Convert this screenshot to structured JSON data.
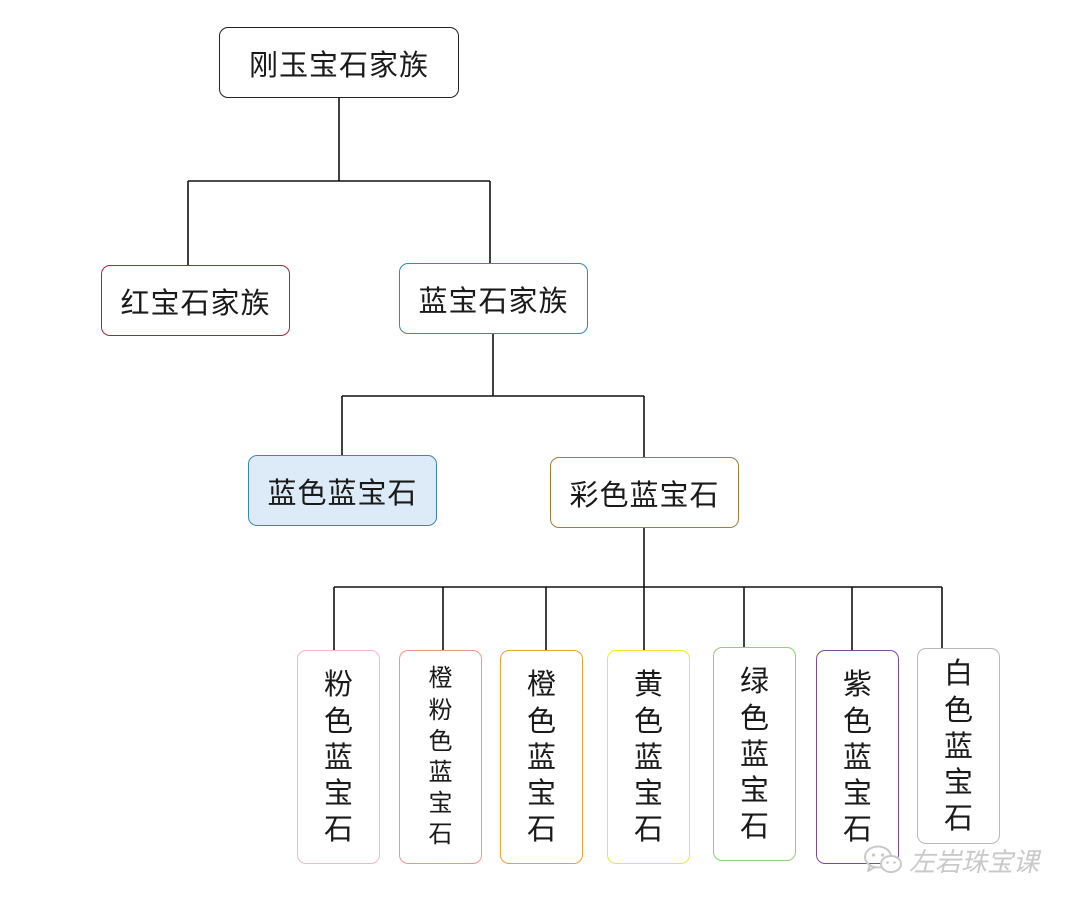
{
  "root": {
    "label": "刚玉宝石家族"
  },
  "level1": {
    "ruby": {
      "label": "红宝石家族",
      "color": "#9e2a3c"
    },
    "sapphire": {
      "label": "蓝宝石家族",
      "color": "#3a86b8"
    }
  },
  "level2": {
    "blue": {
      "label": "蓝色蓝宝石",
      "color": "#3a86b8",
      "fill": "#dcebf7"
    },
    "fancy": {
      "label": "彩色蓝宝石",
      "color": "#a87a3a"
    }
  },
  "level3": [
    {
      "label": "粉色蓝宝石",
      "color": "#f2b8c6"
    },
    {
      "label": "橙粉色蓝宝石",
      "color": "#e89a8a"
    },
    {
      "label": "橙色蓝宝石",
      "color": "#f0a030"
    },
    {
      "label": "黄色蓝宝石",
      "color": "#f0e830"
    },
    {
      "label": "绿色蓝宝石",
      "color": "#8fd070"
    },
    {
      "label": "紫色蓝宝石",
      "color": "#7a4aa0"
    },
    {
      "label": "白色蓝宝石",
      "color": "#b8b8b8"
    }
  ],
  "watermark": {
    "text": "左岩珠宝课",
    "icon": "wechat-icon"
  }
}
